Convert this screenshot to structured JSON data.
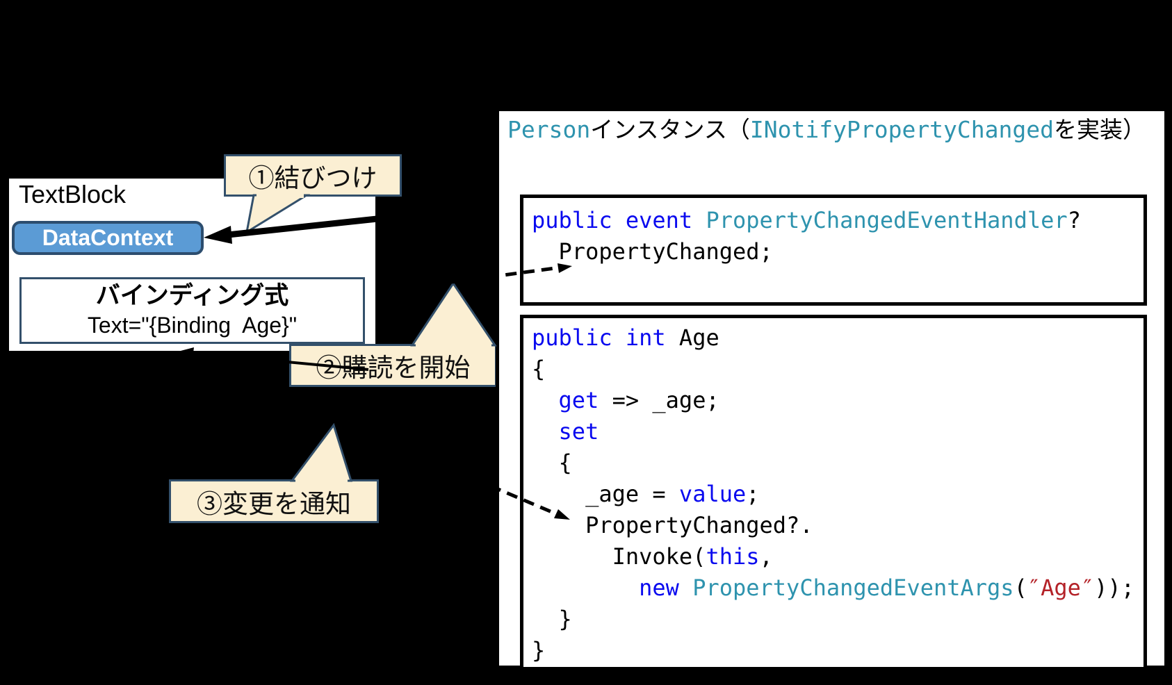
{
  "left_panel": {
    "title": "TextBlock",
    "datacontext_label": "DataContext",
    "binding_box": {
      "title": "バインディング式",
      "code": "Text=\"{Binding  Age}\""
    }
  },
  "callouts": {
    "step1": "①結びつけ",
    "step2": "②購読を開始",
    "step3": "③変更を通知"
  },
  "person_box": {
    "title_segments": [
      [
        [
          "Person",
          "type"
        ],
        [
          "インスタンス",
          "plain"
        ],
        [
          "（",
          "plain"
        ],
        [
          "INotifyPropertyChanged",
          "type"
        ],
        [
          "を実装）",
          "plain"
        ]
      ]
    ],
    "event_code_lines": [
      [
        [
          "public event ",
          "kw"
        ],
        [
          "PropertyChangedEventHandler",
          "type"
        ],
        [
          "?",
          "plain"
        ]
      ],
      [
        [
          "  PropertyChanged;",
          "plain"
        ]
      ]
    ],
    "property_code_lines": [
      [
        [
          "public int ",
          "kw"
        ],
        [
          "Age",
          "plain"
        ]
      ],
      [
        [
          "{",
          "plain"
        ]
      ],
      [
        [
          "  ",
          "plain"
        ],
        [
          "get",
          "kw"
        ],
        [
          " => _age;",
          "plain"
        ]
      ],
      [
        [
          "  ",
          "plain"
        ],
        [
          "set",
          "kw"
        ]
      ],
      [
        [
          "  {",
          "plain"
        ]
      ],
      [
        [
          "    _age = ",
          "plain"
        ],
        [
          "value",
          "kw"
        ],
        [
          ";",
          "plain"
        ]
      ],
      [
        [
          "    PropertyChanged?.",
          "plain"
        ]
      ],
      [
        [
          "      Invoke(",
          "plain"
        ],
        [
          "this",
          "kw"
        ],
        [
          ",",
          "plain"
        ]
      ],
      [
        [
          "        ",
          "plain"
        ],
        [
          "new",
          "kw"
        ],
        [
          " ",
          "plain"
        ],
        [
          "PropertyChangedEventArgs",
          "type"
        ],
        [
          "(",
          "plain"
        ],
        [
          "″Age″",
          "str"
        ],
        [
          "));",
          "plain"
        ]
      ],
      [
        [
          "  }",
          "plain"
        ]
      ],
      [
        [
          "}",
          "plain"
        ]
      ]
    ]
  },
  "colors": {
    "keyword_blue": "#0A0AEF",
    "type_teal": "#2E93AE",
    "string_red": "#B42228",
    "callout_cream": "#FBEFD3",
    "outline_dark_slate": "#33506B",
    "button_blue": "#5B9BD5",
    "button_border": "#2C4D6E",
    "arrow_black": "#000000"
  }
}
